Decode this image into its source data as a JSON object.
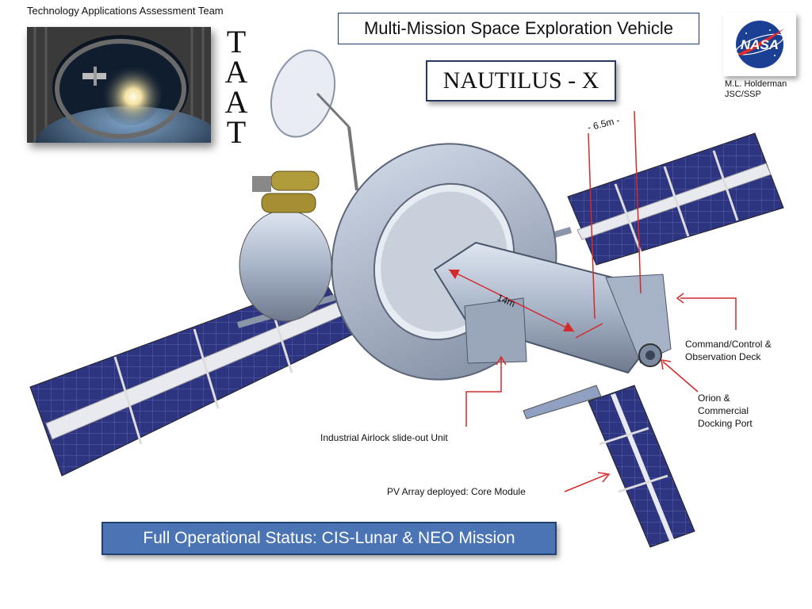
{
  "header": {
    "team": "Technology Applications Assessment Team",
    "acronym": [
      "T",
      "A",
      "A",
      "T"
    ],
    "subtitle": "Multi-Mission Space Exploration Vehicle",
    "title": "NAUTILUS - X",
    "logo_text": "NASA",
    "author_line1": "M.L. Holderman",
    "author_line2": "JSC/SSP"
  },
  "callouts": {
    "command_deck_1": "Command/Control &",
    "command_deck_2": "Observation Deck",
    "docking_1": "Orion &",
    "docking_2": "Commercial",
    "docking_3": "Docking Port",
    "airlock": "Industrial Airlock slide-out Unit",
    "pv_array": "PV Array deployed:  Core Module"
  },
  "dimensions": {
    "height": "- 6.5m -",
    "length": "14m"
  },
  "footer": {
    "status": "Full Operational Status: CIS-Lunar & NEO Mission"
  },
  "colors": {
    "accent_red": "#d42a2a",
    "status_bg": "#4a74b3",
    "solar_blue": "#2e3580",
    "hull_gray": "#aab6c8"
  }
}
